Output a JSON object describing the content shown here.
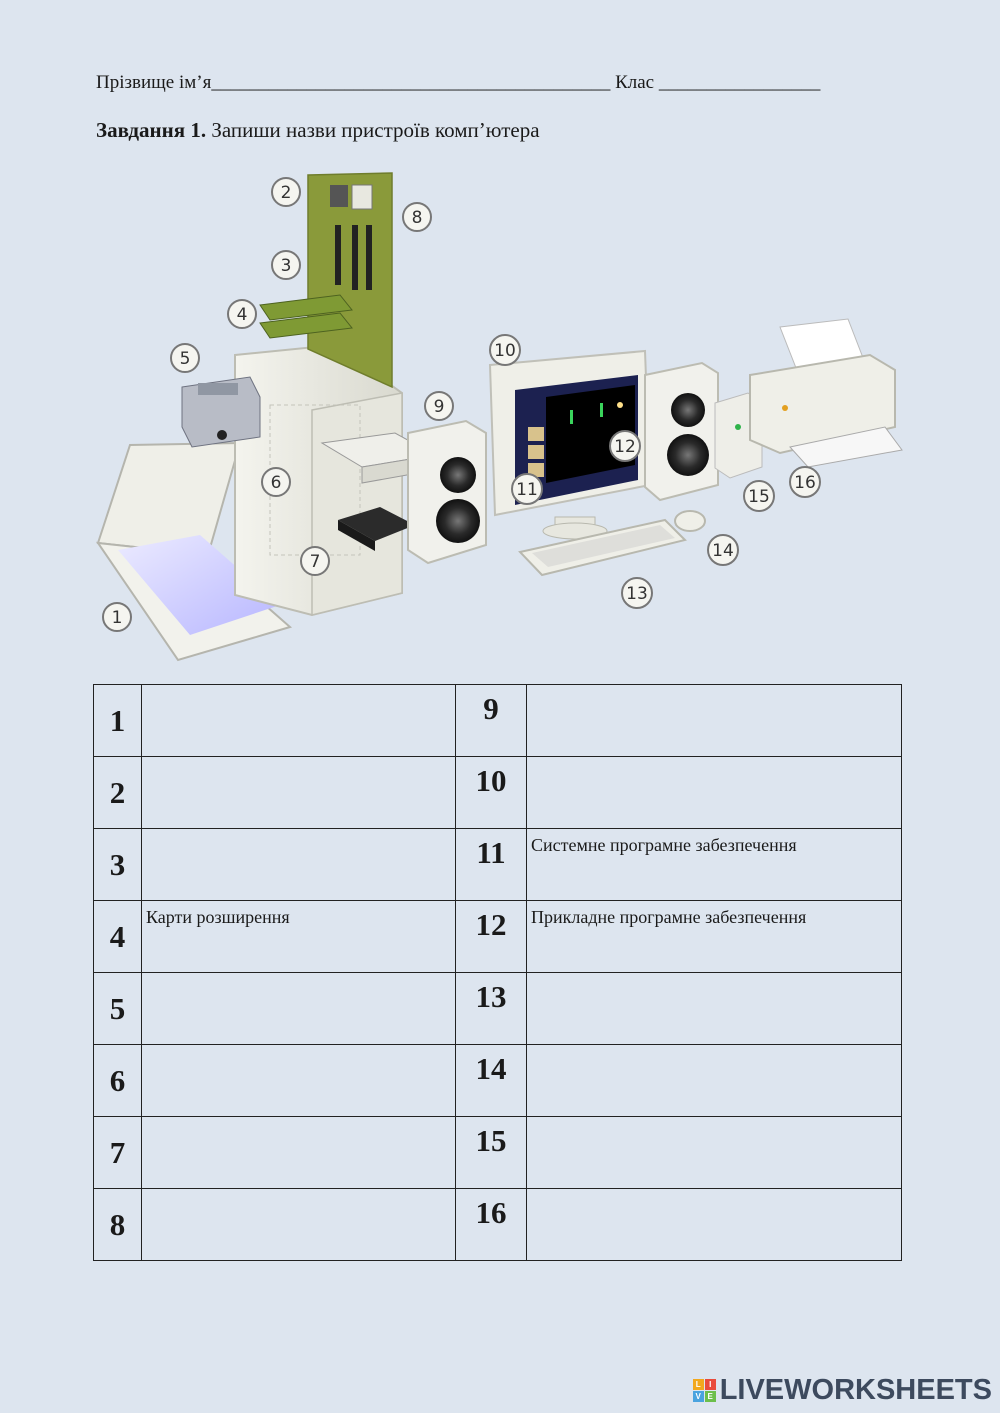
{
  "header": {
    "name_label": "Прізвище ім’я",
    "name_blank": "__________________________________________",
    "class_label": "Клас",
    "class_blank": "_________________"
  },
  "task": {
    "title_bold": "Завдання 1.",
    "title_text": "Запиши назви пристроїв комп’ютера"
  },
  "illustration": {
    "callouts": [
      "1",
      "2",
      "3",
      "4",
      "5",
      "6",
      "7",
      "8",
      "9",
      "10",
      "11",
      "12",
      "13",
      "14",
      "15",
      "16"
    ]
  },
  "table": {
    "rows": [
      {
        "left_num": "1",
        "left_answer": "",
        "right_num": "9",
        "right_answer": ""
      },
      {
        "left_num": "2",
        "left_answer": "",
        "right_num": "10",
        "right_answer": ""
      },
      {
        "left_num": "3",
        "left_answer": "",
        "right_num": "11",
        "right_answer": "Системне програмне забезпечення"
      },
      {
        "left_num": "4",
        "left_answer": "Карти розширення",
        "right_num": "12",
        "right_answer": "Прикладне програмне забезпечення"
      },
      {
        "left_num": "5",
        "left_answer": "",
        "right_num": "13",
        "right_answer": ""
      },
      {
        "left_num": "6",
        "left_answer": "",
        "right_num": "14",
        "right_answer": ""
      },
      {
        "left_num": "7",
        "left_answer": "",
        "right_num": "15",
        "right_answer": ""
      },
      {
        "left_num": "8",
        "left_answer": "",
        "right_num": "16",
        "right_answer": ""
      }
    ]
  },
  "brand": {
    "logo_letters": [
      "L",
      "I",
      "V",
      "E"
    ],
    "logo_colors": [
      "#f2a81d",
      "#e94b3c",
      "#4aa3df",
      "#6cbf4b"
    ],
    "text": "LIVEWORKSHEETS"
  }
}
